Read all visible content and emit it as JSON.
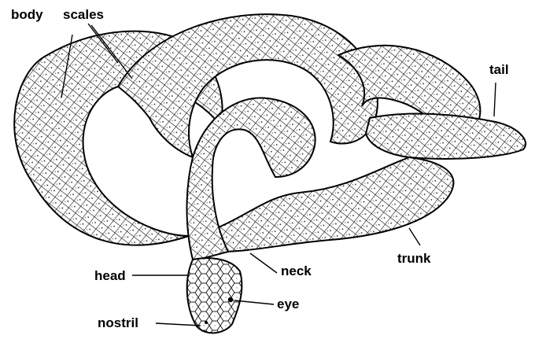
{
  "labels": {
    "body": "body",
    "scales": "scales",
    "tail": "tail",
    "head": "head",
    "neck": "neck",
    "trunk": "trunk",
    "eye": "eye",
    "nostril": "nostril"
  },
  "colors": {
    "ink": "#000000",
    "paper": "#ffffff"
  }
}
